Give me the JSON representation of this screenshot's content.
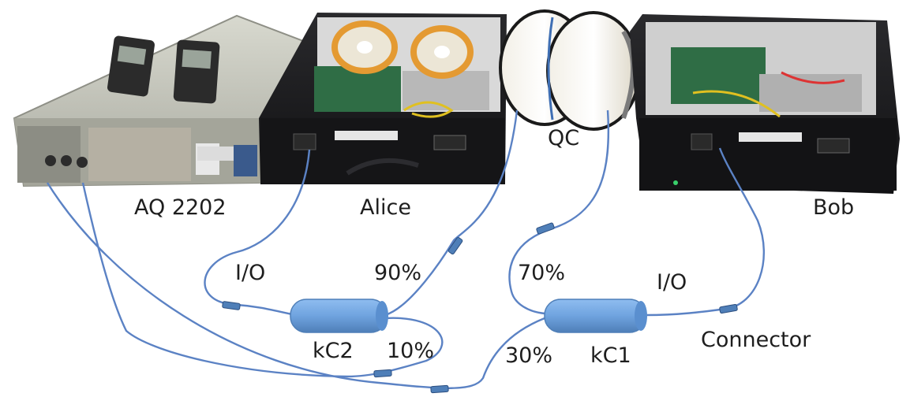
{
  "labels": {
    "aq2202": "AQ 2202",
    "alice": "Alice",
    "qc": "QC",
    "bob": "Bob",
    "io_left": "I/O",
    "io_right": "I/O",
    "p90": "90%",
    "p70": "70%",
    "p10": "10%",
    "p30": "30%",
    "kc2": "kC2",
    "kc1": "kC1",
    "connector": "Connector"
  },
  "colors": {
    "fiber": "#5b82c4",
    "coupler": "#6fa3df",
    "coupler_edge": "#4f7fb8",
    "chassis": "#1c1c1e",
    "aq_body": "#bcbdb3",
    "spool": "#ece6d6",
    "spool_center": "#e49a32",
    "board": "#2f6d45"
  }
}
